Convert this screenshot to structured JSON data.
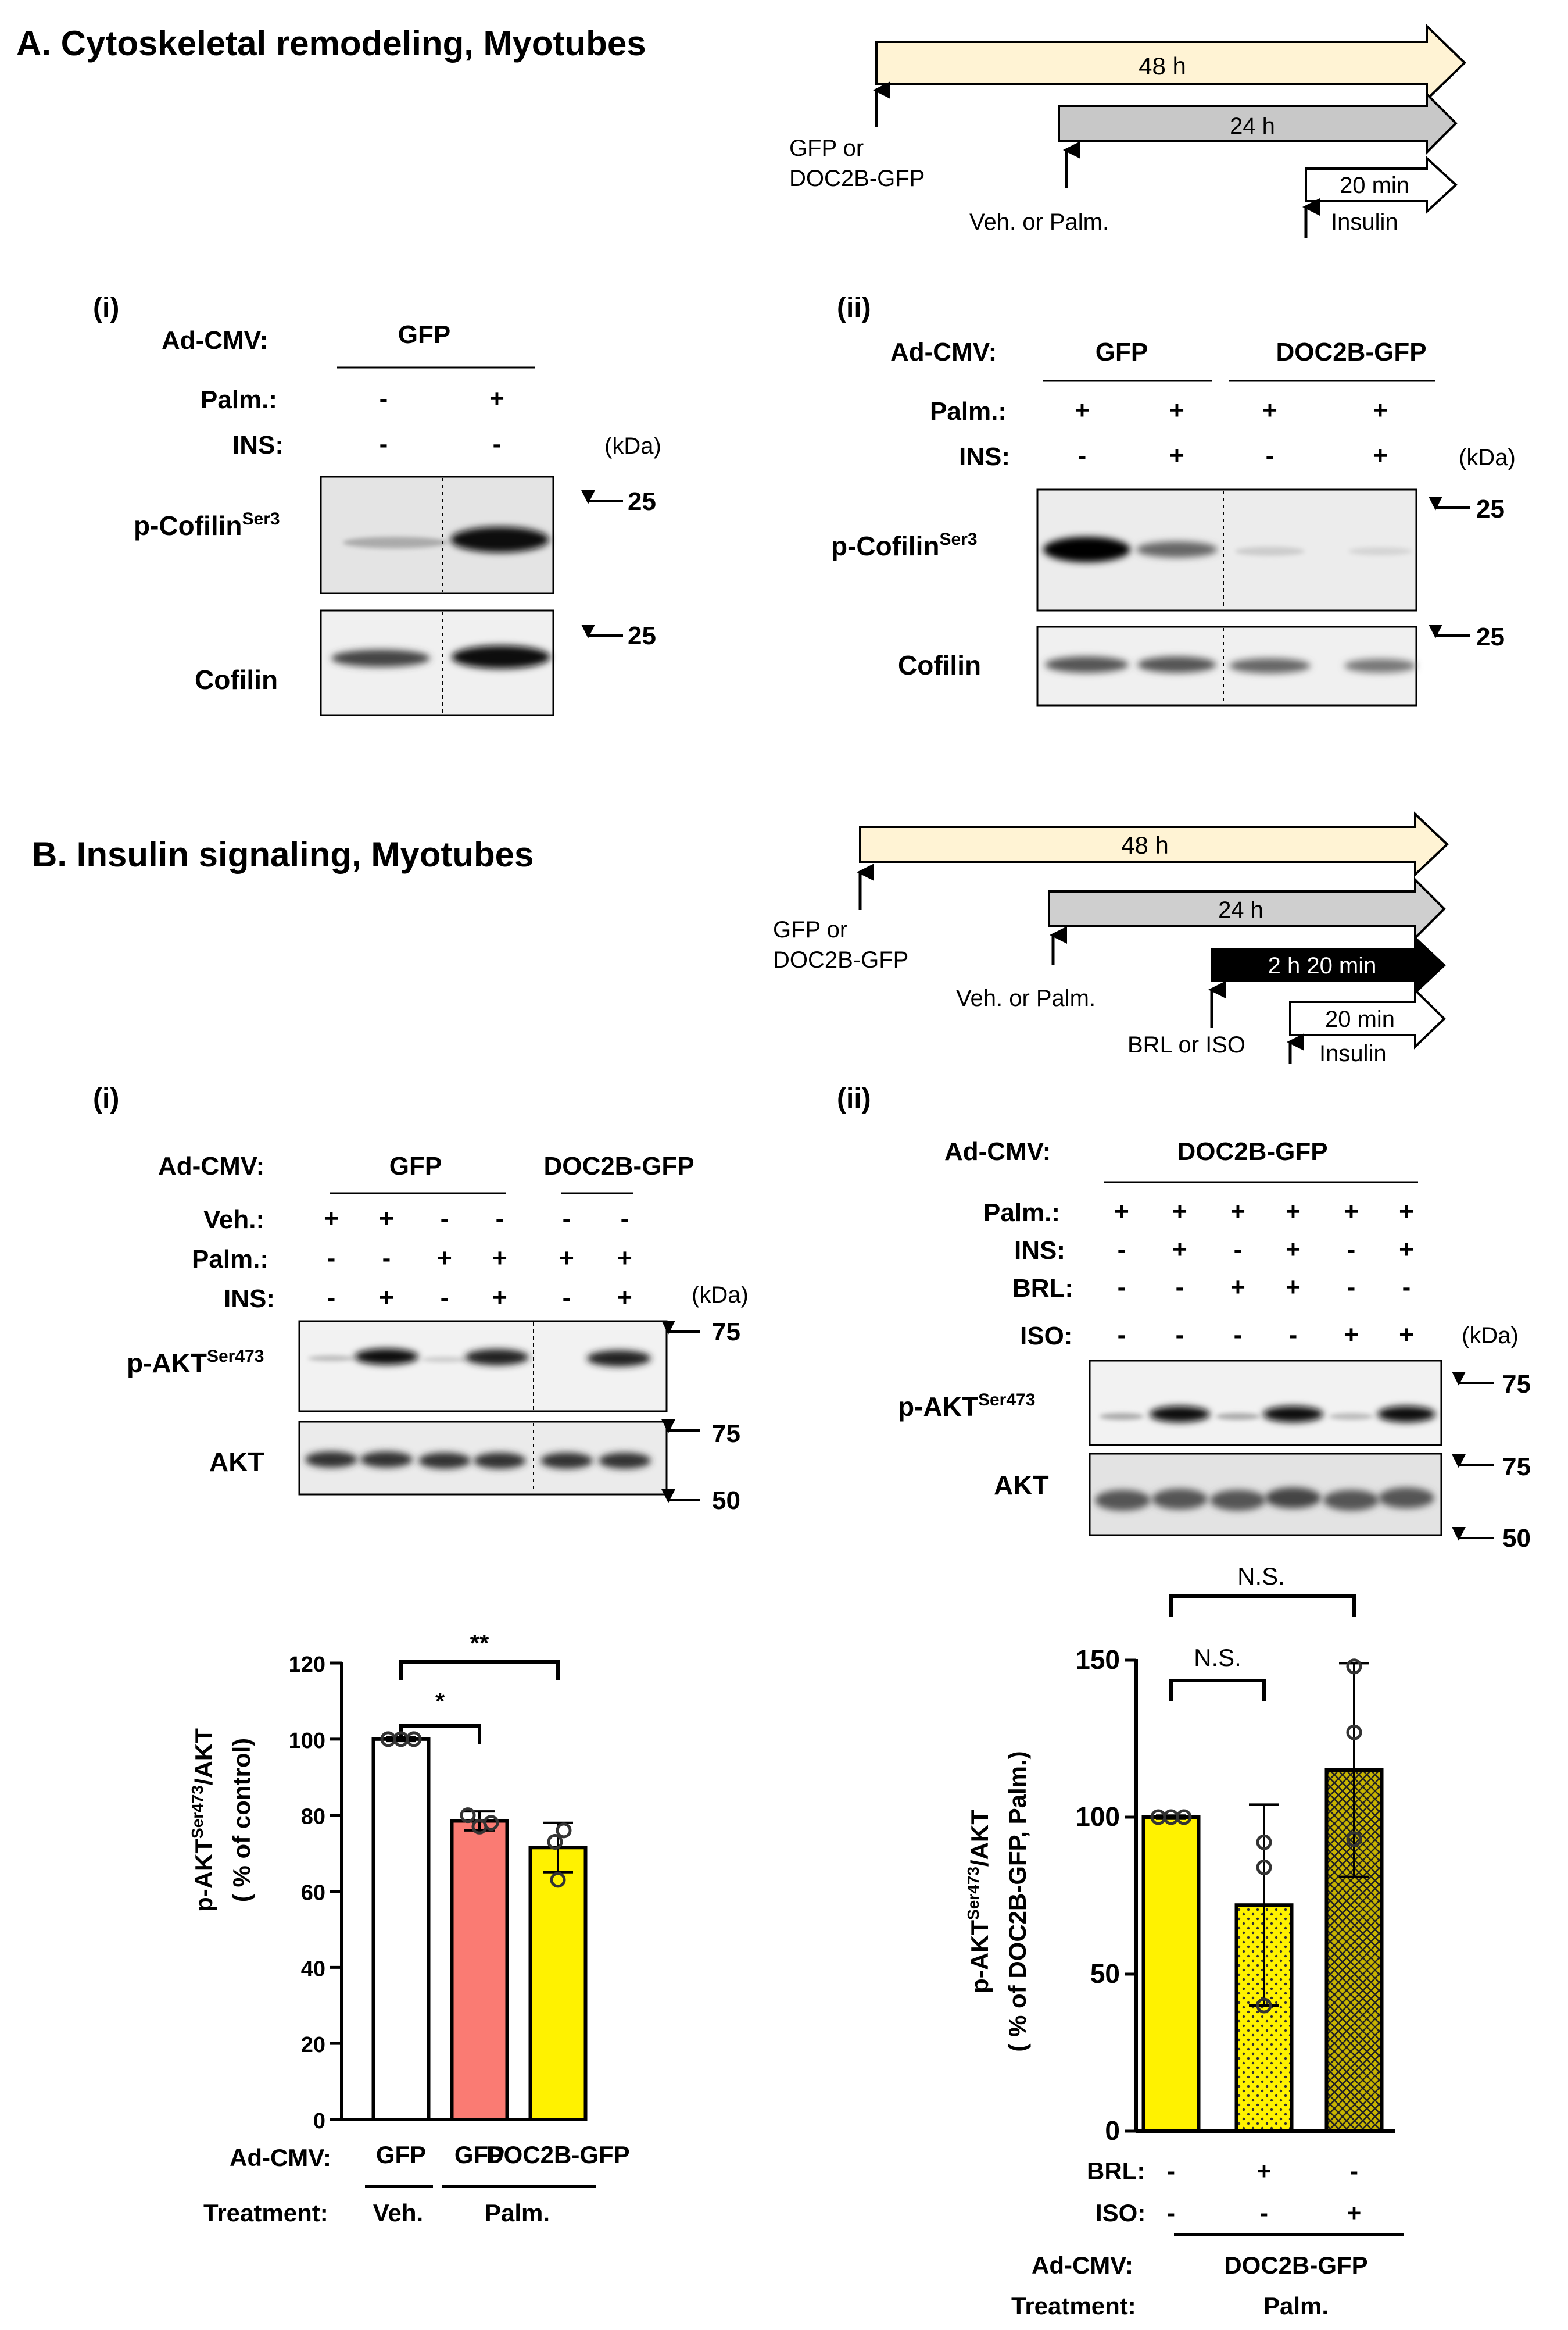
{
  "panelA": {
    "title": "A. Cytoskeletal remodeling, Myotubes",
    "timeline": {
      "bars": [
        "48 h",
        "24 h",
        "20 min"
      ],
      "labels": [
        "GFP or",
        "DOC2B-GFP",
        "Veh. or Palm.",
        "Insulin"
      ]
    },
    "i": {
      "tag": "(i)",
      "row_labels": [
        "Ad-CMV:",
        "Palm.:",
        "INS:"
      ],
      "groups": [
        "GFP"
      ],
      "rows": [
        [
          "-",
          "+"
        ],
        [
          "-",
          "-"
        ]
      ],
      "kda": "(kDa)",
      "blots": [
        "p-Cofilin",
        "Cofilin"
      ],
      "sup": "Ser3",
      "markers": [
        "25",
        "25"
      ]
    },
    "ii": {
      "tag": "(ii)",
      "row_labels": [
        "Ad-CMV:",
        "Palm.:",
        "INS:"
      ],
      "groups": [
        "GFP",
        "DOC2B-GFP"
      ],
      "rows": [
        [
          "+",
          "+",
          "+",
          "+"
        ],
        [
          "-",
          "+",
          "-",
          "+"
        ]
      ],
      "kda": "(kDa)",
      "blots": [
        "p-Cofilin",
        "Cofilin"
      ],
      "sup": "Ser3",
      "markers": [
        "25",
        "25"
      ]
    }
  },
  "panelB": {
    "title": "B. Insulin signaling, Myotubes",
    "timeline": {
      "bars": [
        "48 h",
        "24 h",
        "2 h 20 min",
        "20 min"
      ],
      "labels": [
        "GFP or",
        "DOC2B-GFP",
        "Veh. or Palm.",
        "BRL or ISO",
        "Insulin"
      ]
    },
    "i": {
      "tag": "(i)",
      "row_labels": [
        "Ad-CMV:",
        "Veh.:",
        "Palm.:",
        "INS:"
      ],
      "groups": [
        "GFP",
        "DOC2B-GFP"
      ],
      "rows": [
        [
          "+",
          "+",
          "-",
          "-",
          "-",
          "-"
        ],
        [
          "-",
          "-",
          "+",
          "+",
          "+",
          "+"
        ],
        [
          "-",
          "+",
          "-",
          "+",
          "-",
          "+"
        ]
      ],
      "kda": "(kDa)",
      "blots": [
        "p-AKT",
        "AKT"
      ],
      "sup": "Ser473",
      "markers": [
        "75",
        "75",
        "50"
      ]
    },
    "ii": {
      "tag": "(ii)",
      "row_labels": [
        "Ad-CMV:",
        "Palm.:",
        "INS:",
        "BRL:",
        "ISO:"
      ],
      "groups": [
        "DOC2B-GFP"
      ],
      "rows": [
        [
          "+",
          "+",
          "+",
          "+",
          "+",
          "+"
        ],
        [
          "-",
          "+",
          "-",
          "+",
          "-",
          "+"
        ],
        [
          "-",
          "-",
          "+",
          "+",
          "-",
          "-"
        ],
        [
          "-",
          "-",
          "-",
          "-",
          "+",
          "+"
        ]
      ],
      "kda": "(kDa)",
      "blots": [
        "p-AKT",
        "AKT"
      ],
      "sup": "Ser473",
      "markers": [
        "75",
        "75",
        "50"
      ]
    }
  },
  "chart_data": [
    {
      "type": "bar",
      "categories": [
        "GFP",
        "GFP",
        "DOC2B-GFP"
      ],
      "values": [
        100,
        78.5,
        71.5
      ],
      "errors": [
        0.5,
        2.5,
        6.5
      ],
      "points": [
        [
          100,
          100,
          100
        ],
        [
          80,
          77,
          78
        ],
        [
          76,
          73,
          63
        ]
      ],
      "colors": [
        "#ffffff",
        "#fa7b73",
        "#fff200"
      ],
      "ylabel_main": "p-AKT",
      "ylabel_sup": "Ser473",
      "ylabel_tail": "/AKT",
      "ylabel2": "( % of control)",
      "ylim": [
        0,
        120
      ],
      "yticks": [
        "0",
        "20",
        "40",
        "60",
        "80",
        "100",
        "120"
      ],
      "xrow_label": "Ad-CMV:",
      "treatment_label": "Treatment:",
      "treatments": [
        "Veh.",
        "Palm."
      ],
      "significance": [
        "*",
        "**"
      ]
    },
    {
      "type": "bar",
      "categories": [
        "",
        "",
        ""
      ],
      "values": [
        100,
        72,
        115
      ],
      "errors": [
        0.5,
        32,
        34
      ],
      "points": [
        [
          100,
          100,
          100
        ],
        [
          92,
          84,
          40
        ],
        [
          148,
          127,
          93
        ]
      ],
      "colors": [
        "#fff200",
        "#fff200",
        "#c8b400"
      ],
      "ylabel_main": "p-AKT",
      "ylabel_sup": "Ser473",
      "ylabel_tail": "/AKT",
      "ylabel2": "( % of DOC2B-GFP, Palm.)",
      "ylim": [
        0,
        150
      ],
      "yticks": [
        "0",
        "50",
        "100",
        "150"
      ],
      "row_labels": [
        "BRL:",
        "ISO:"
      ],
      "rows": [
        [
          "-",
          "+",
          "-"
        ],
        [
          "-",
          "-",
          "+"
        ]
      ],
      "xrow_label": "Ad-CMV:",
      "group": "DOC2B-GFP",
      "treatment_label": "Treatment:",
      "treatment": "Palm.",
      "significance": [
        "N.S.",
        "N.S."
      ]
    }
  ]
}
